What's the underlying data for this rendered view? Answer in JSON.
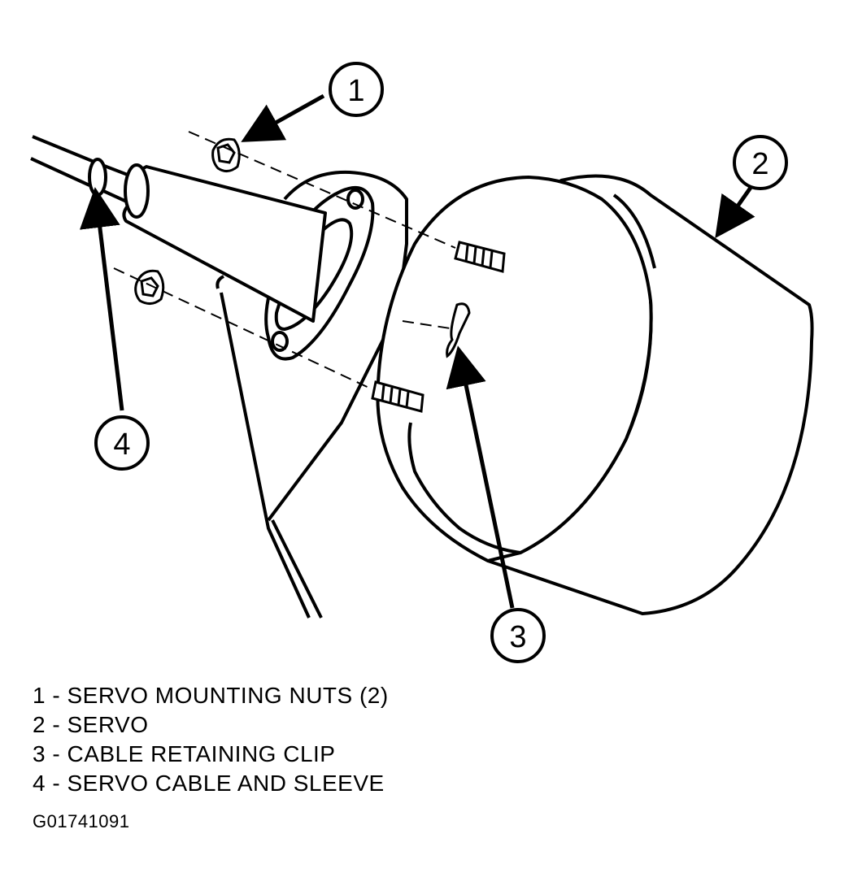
{
  "callouts": [
    {
      "number": "1"
    },
    {
      "number": "2"
    },
    {
      "number": "3"
    },
    {
      "number": "4"
    }
  ],
  "legend": [
    {
      "number": "1",
      "separator": " - ",
      "text": "SERVO MOUNTING NUTS (2)"
    },
    {
      "number": "2",
      "separator": " - ",
      "text": "SERVO"
    },
    {
      "number": "3",
      "separator": " - ",
      "text": "CABLE RETAINING CLIP"
    },
    {
      "number": "4",
      "separator": " - ",
      "text": "SERVO CABLE AND SLEEVE"
    }
  ],
  "figure_id": "G01741091",
  "colors": {
    "ink": "#000000",
    "paper": "#ffffff"
  }
}
